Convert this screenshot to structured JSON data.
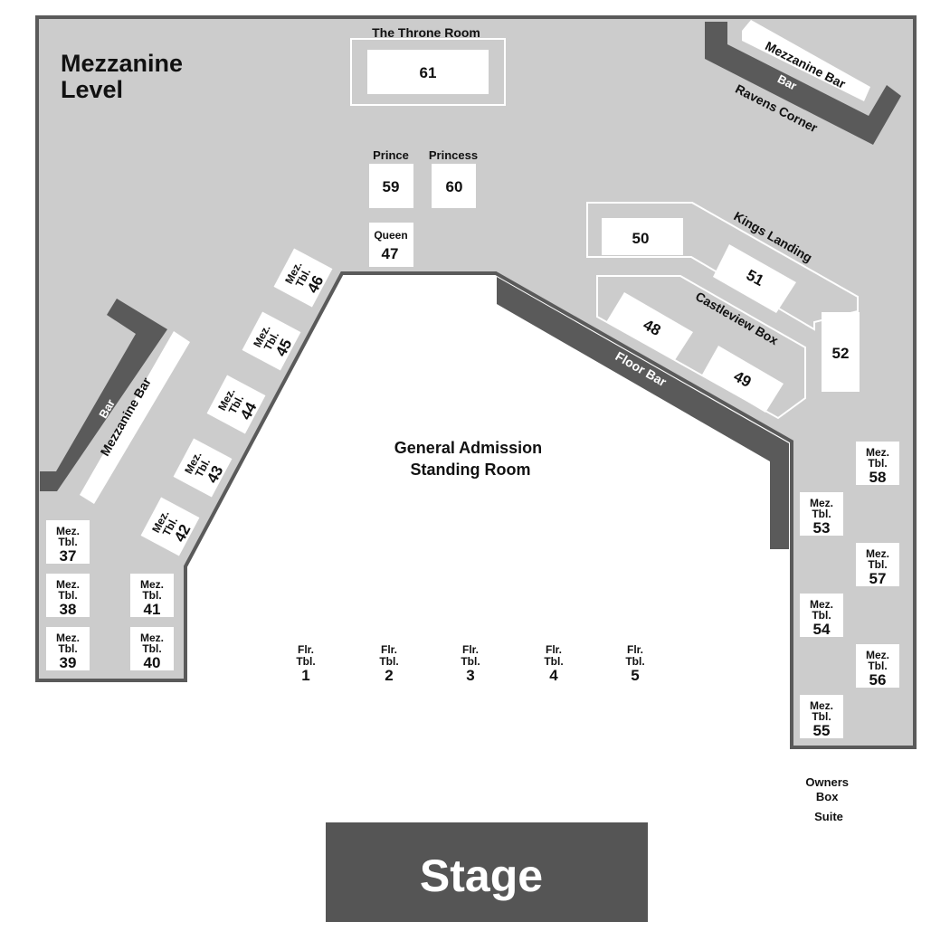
{
  "level_title": [
    "Mezzanine",
    "Level"
  ],
  "throne_room": {
    "label": "The Throne Room",
    "table": "61"
  },
  "prince": {
    "label": "Prince",
    "table": "59"
  },
  "princess": {
    "label": "Princess",
    "table": "60"
  },
  "queen": {
    "label": "Queen",
    "table": "47"
  },
  "kings_landing": {
    "label": "Kings Landing",
    "tables": [
      "50",
      "51",
      "52"
    ]
  },
  "castleview_box": {
    "label": "Castleview Box",
    "tables": [
      "48",
      "49"
    ]
  },
  "bars": {
    "top_right": {
      "bar": "Bar",
      "mezzanine_bar": "Mezzanine Bar",
      "corner": "Ravens Corner"
    },
    "left": {
      "bar": "Bar",
      "mezzanine_bar": "Mezzanine Bar"
    },
    "floor_bar": "Floor Bar"
  },
  "general_admission": [
    "General Admission",
    "Standing Room"
  ],
  "mez_table_prefix": [
    "Mez.",
    "Tbl."
  ],
  "floor_table_prefix": [
    "Flr.",
    "Tbl."
  ],
  "mez_tables_left": [
    "37",
    "38",
    "39",
    "40",
    "41"
  ],
  "mez_tables_diagonal": [
    "42",
    "43",
    "44",
    "45",
    "46"
  ],
  "mez_tables_right": [
    "53",
    "54",
    "55",
    "56",
    "57",
    "58"
  ],
  "floor_tables": [
    "1",
    "2",
    "3",
    "4",
    "5"
  ],
  "owners_box": [
    "Owners",
    "Box",
    "Suite"
  ],
  "stage": "Stage",
  "colors": {
    "mezzanine_floor": "#cccccc",
    "bar_dark": "#5a5a5a",
    "outline": "#5a5a5a",
    "table_white": "#ffffff",
    "stage": "#555555",
    "stage_text": "#ffffff"
  }
}
